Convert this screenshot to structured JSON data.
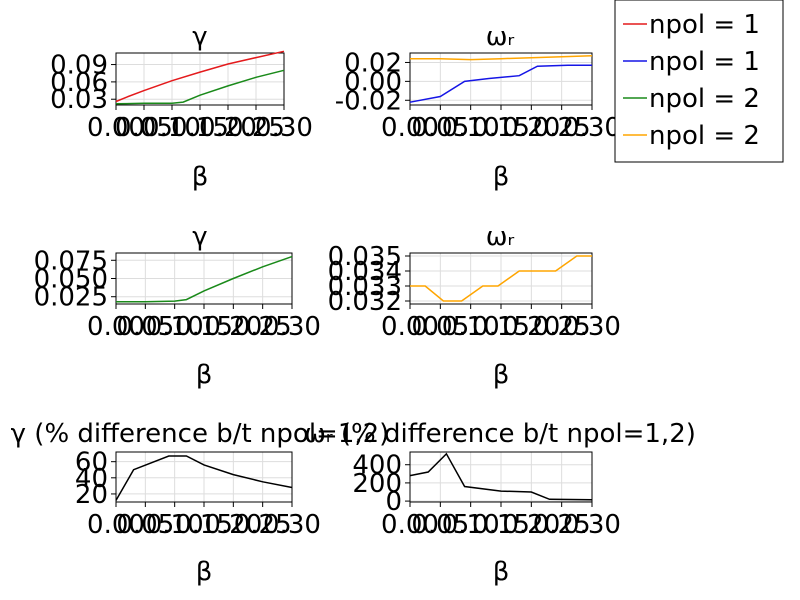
{
  "colors": {
    "red": "#e41a1c",
    "blue": "#1515e6",
    "green": "#1a8a1a",
    "orange": "#ffa500",
    "black": "#000000"
  },
  "legend": {
    "placement": "top-right",
    "entries": [
      {
        "label": "npol = 1",
        "color": "#e41a1c"
      },
      {
        "label": "npol = 1",
        "color": "#1515e6"
      },
      {
        "label": "npol = 2",
        "color": "#1a8a1a"
      },
      {
        "label": "npol = 2",
        "color": "#ffa500"
      }
    ]
  },
  "chart_data": [
    {
      "type": "line",
      "title": "γ",
      "xlabel": "β",
      "ylabel": "",
      "xlim": [
        0,
        0.3
      ],
      "ylim": [
        0.02,
        0.11
      ],
      "xticks": [
        "0.00",
        "0.05",
        "0.10",
        "0.15",
        "0.20",
        "0.25",
        "0.30"
      ],
      "yticks": [
        {
          "v": 0.03,
          "label": "0.03"
        },
        {
          "v": 0.06,
          "label": "0.06"
        },
        {
          "v": 0.09,
          "label": "0.09"
        }
      ],
      "grid": true,
      "series": [
        {
          "color": "#e41a1c",
          "x": [
            0.0,
            0.02,
            0.05,
            0.1,
            0.15,
            0.2,
            0.25,
            0.3
          ],
          "y": [
            0.026,
            0.034,
            0.045,
            0.062,
            0.077,
            0.091,
            0.102,
            0.113
          ]
        },
        {
          "color": "#1a8a1a",
          "x": [
            0.0,
            0.05,
            0.1,
            0.12,
            0.15,
            0.2,
            0.25,
            0.3
          ],
          "y": [
            0.022,
            0.023,
            0.023,
            0.025,
            0.037,
            0.053,
            0.068,
            0.08
          ]
        }
      ]
    },
    {
      "type": "line",
      "title": "ωᵣ",
      "xlabel": "β",
      "ylabel": "",
      "xlim": [
        0,
        0.3
      ],
      "ylim": [
        -0.025,
        0.03
      ],
      "xticks": [
        "0.00",
        "0.05",
        "0.10",
        "0.15",
        "0.20",
        "0.25",
        "0.30"
      ],
      "yticks": [
        {
          "v": -0.02,
          "label": "-0.02"
        },
        {
          "v": 0.0,
          "label": "0.00"
        },
        {
          "v": 0.02,
          "label": "0.02"
        }
      ],
      "grid": true,
      "series": [
        {
          "color": "#1515e6",
          "x": [
            0.0,
            0.05,
            0.09,
            0.13,
            0.18,
            0.21,
            0.26,
            0.3
          ],
          "y": [
            -0.022,
            -0.016,
            0.0,
            0.003,
            0.006,
            0.016,
            0.017,
            0.017
          ]
        },
        {
          "color": "#ffa500",
          "x": [
            0.0,
            0.05,
            0.1,
            0.15,
            0.2,
            0.25,
            0.3
          ],
          "y": [
            0.024,
            0.024,
            0.023,
            0.024,
            0.025,
            0.026,
            0.027
          ]
        }
      ]
    },
    {
      "type": "line",
      "title": "γ",
      "xlabel": "β",
      "ylabel": "",
      "xlim": [
        0,
        0.3
      ],
      "ylim": [
        0.015,
        0.085
      ],
      "xticks": [
        "0.00",
        "0.05",
        "0.10",
        "0.15",
        "0.20",
        "0.25",
        "0.30"
      ],
      "yticks": [
        {
          "v": 0.025,
          "label": "0.025"
        },
        {
          "v": 0.05,
          "label": "0.050"
        },
        {
          "v": 0.075,
          "label": "0.075"
        }
      ],
      "grid": true,
      "series": [
        {
          "color": "#1a8a1a",
          "x": [
            0.0,
            0.05,
            0.1,
            0.12,
            0.15,
            0.2,
            0.25,
            0.3
          ],
          "y": [
            0.018,
            0.018,
            0.019,
            0.021,
            0.033,
            0.05,
            0.066,
            0.08
          ]
        }
      ]
    },
    {
      "type": "line",
      "title": "ωᵣ",
      "xlabel": "β",
      "ylabel": "",
      "xlim": [
        0,
        0.3
      ],
      "ylim": [
        0.0318,
        0.0352
      ],
      "xticks": [
        "0.00",
        "0.05",
        "0.10",
        "0.15",
        "0.20",
        "0.25",
        "0.30"
      ],
      "yticks": [
        {
          "v": 0.032,
          "label": "0.032"
        },
        {
          "v": 0.033,
          "label": "0.033"
        },
        {
          "v": 0.034,
          "label": "0.034"
        },
        {
          "v": 0.035,
          "label": "0.035"
        }
      ],
      "grid": true,
      "series": [
        {
          "color": "#ffa500",
          "x": [
            0.0,
            0.025,
            0.055,
            0.085,
            0.12,
            0.145,
            0.18,
            0.205,
            0.24,
            0.275,
            0.3
          ],
          "y": [
            0.033,
            0.033,
            0.032,
            0.032,
            0.033,
            0.033,
            0.034,
            0.034,
            0.034,
            0.035,
            0.035
          ]
        }
      ]
    },
    {
      "type": "line",
      "title": "γ (% difference b/t npol=1,2)",
      "xlabel": "β",
      "ylabel": "",
      "xlim": [
        0,
        0.3
      ],
      "ylim": [
        10,
        72
      ],
      "xticks": [
        "0.00",
        "0.05",
        "0.10",
        "0.15",
        "0.20",
        "0.25",
        "0.30"
      ],
      "yticks": [
        {
          "v": 20,
          "label": "20"
        },
        {
          "v": 40,
          "label": "40"
        },
        {
          "v": 60,
          "label": "60"
        }
      ],
      "grid": true,
      "series": [
        {
          "color": "#000000",
          "x": [
            0.0,
            0.03,
            0.09,
            0.12,
            0.15,
            0.2,
            0.25,
            0.3
          ],
          "y": [
            12,
            50,
            67,
            67,
            56,
            44,
            35,
            28
          ]
        }
      ]
    },
    {
      "type": "line",
      "title": "ωᵣ (% difference b/t npol=1,2)",
      "xlabel": "β",
      "ylabel": "",
      "xlim": [
        0,
        0.3
      ],
      "ylim": [
        -10,
        540
      ],
      "xticks": [
        "0.00",
        "0.05",
        "0.10",
        "0.15",
        "0.20",
        "0.25",
        "0.30"
      ],
      "yticks": [
        {
          "v": 0,
          "label": "0"
        },
        {
          "v": 200,
          "label": "200"
        },
        {
          "v": 400,
          "label": "400"
        }
      ],
      "grid": true,
      "series": [
        {
          "color": "#000000",
          "x": [
            0.0,
            0.03,
            0.06,
            0.09,
            0.15,
            0.2,
            0.23,
            0.3
          ],
          "y": [
            280,
            320,
            520,
            160,
            110,
            100,
            20,
            15
          ]
        }
      ]
    }
  ]
}
